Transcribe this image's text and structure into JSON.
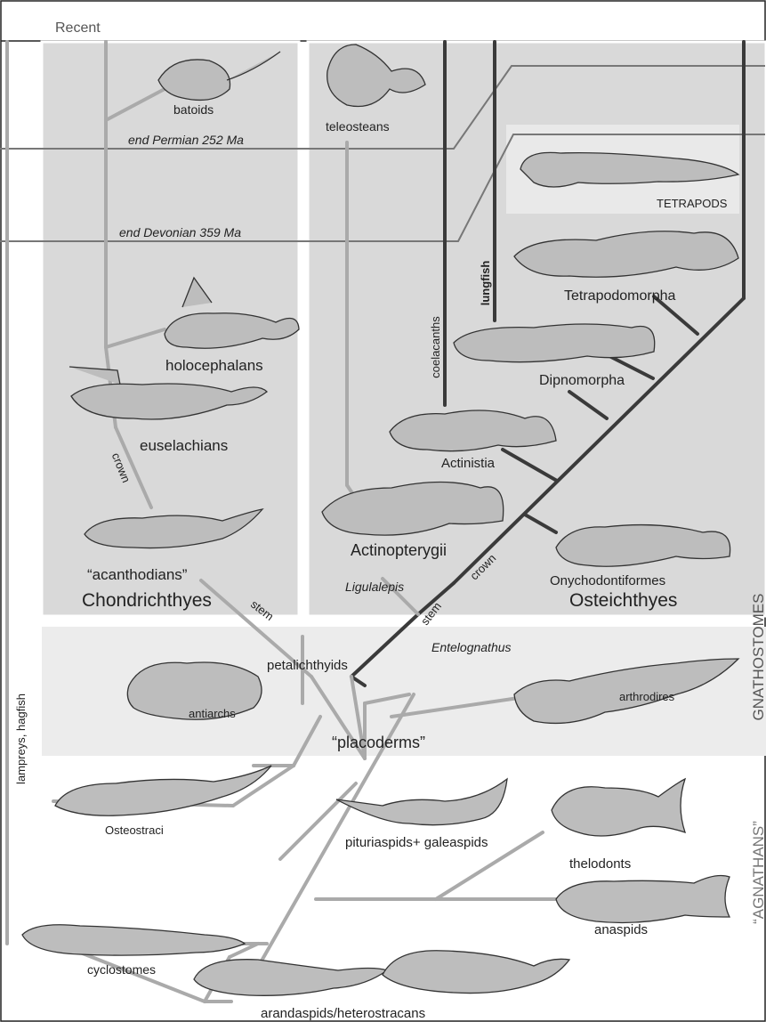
{
  "time_labels": {
    "recent": "Recent",
    "end_permian": "end Permian 252 Ma",
    "end_devonian": "end Devonian 359 Ma"
  },
  "groups": {
    "chondrichthyes": "Chondrichthyes",
    "osteichthyes": "Osteichthyes",
    "gnathostomes": "GNATHOSTOMES",
    "agnathans": "“AGNATHANS”",
    "placoderms": "“placoderms”"
  },
  "taxa": {
    "batoids": "batoids",
    "teleosteans": "teleosteans",
    "tetrapods": "TETRAPODS",
    "tetrapodomorpha": "Tetrapodomorpha",
    "dipnomorpha": "Dipnomorpha",
    "actinistia": "Actinistia",
    "actinopterygii": "Actinopterygii",
    "onychodontiformes": "Onychodontiformes",
    "holocephalans": "holocephalans",
    "euselachians": "euselachians",
    "acanthodians": "“acanthodians”",
    "ligulalepis": "Ligulalepis",
    "entelognathus": "Entelognathus",
    "petalichthyids": "petalichthyids",
    "antiarchs": "antiarchs",
    "arthrodires": "arthrodires",
    "osteostraci": "Osteostraci",
    "pituriaspids_galeaspids": "pituriaspids+ galeaspids",
    "thelodonts": "thelodonts",
    "anaspids": "anaspids",
    "cyclostomes": "cyclostomes",
    "arandaspids_heterostracans": "arandaspids/heterostracans"
  },
  "lineage_labels": {
    "coelacanths": "coelacanths",
    "lungfish": "lungfish",
    "lampreys_hagfish": "lampreys, hagfish",
    "crown_chondrichthyes": "crown",
    "stem_chondrichthyes": "stem",
    "stem_osteichthyes": "stem",
    "crown_osteichthyes": "crown"
  },
  "colors": {
    "panel": "#d9d9d9",
    "placoderm_band": "#ececec",
    "branch_light": "#aaaaaa",
    "branch_dark": "#3a3a3a",
    "fish_fill": "#bdbdbd"
  }
}
